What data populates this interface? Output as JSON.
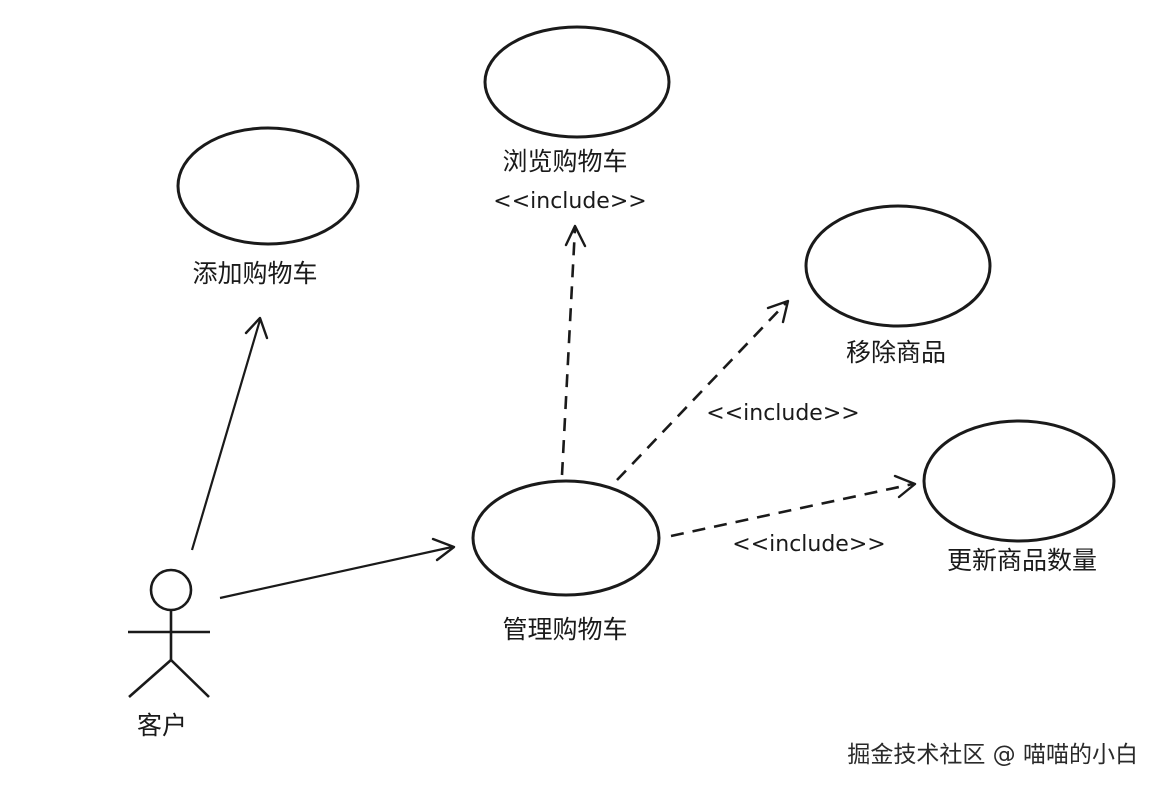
{
  "actor": {
    "name": "客户"
  },
  "use_cases": {
    "add": "添加购物车",
    "browse": "浏览购物车",
    "remove": "移除商品",
    "update": "更新商品数量",
    "manage": "管理购物车"
  },
  "stereotypes": {
    "browse": "<<include>>",
    "remove": "<<include>>",
    "update": "<<include>>"
  },
  "watermark": "掘金技术社区 @ 喵喵的小白"
}
